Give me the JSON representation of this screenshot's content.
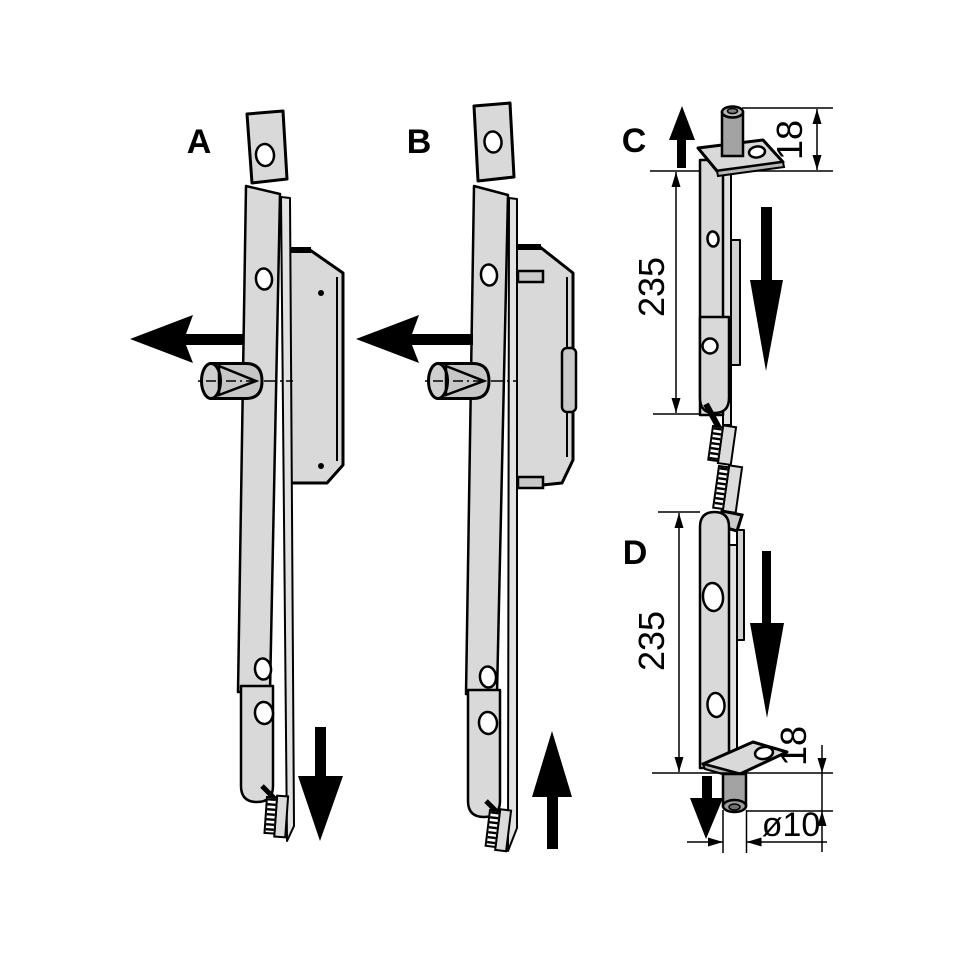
{
  "diagram": {
    "background": "#ffffff",
    "outline_color": "#000000",
    "part_fill": "#d9d9d9",
    "pin_fill": "#a3a3a3",
    "labels": {
      "a": "A",
      "b": "B",
      "c": "C",
      "d": "D"
    },
    "dimensions": {
      "c_length": "235",
      "c_pin_height": "18",
      "d_length": "235",
      "d_pin_height": "18",
      "d_pin_diameter": "ø10"
    }
  }
}
